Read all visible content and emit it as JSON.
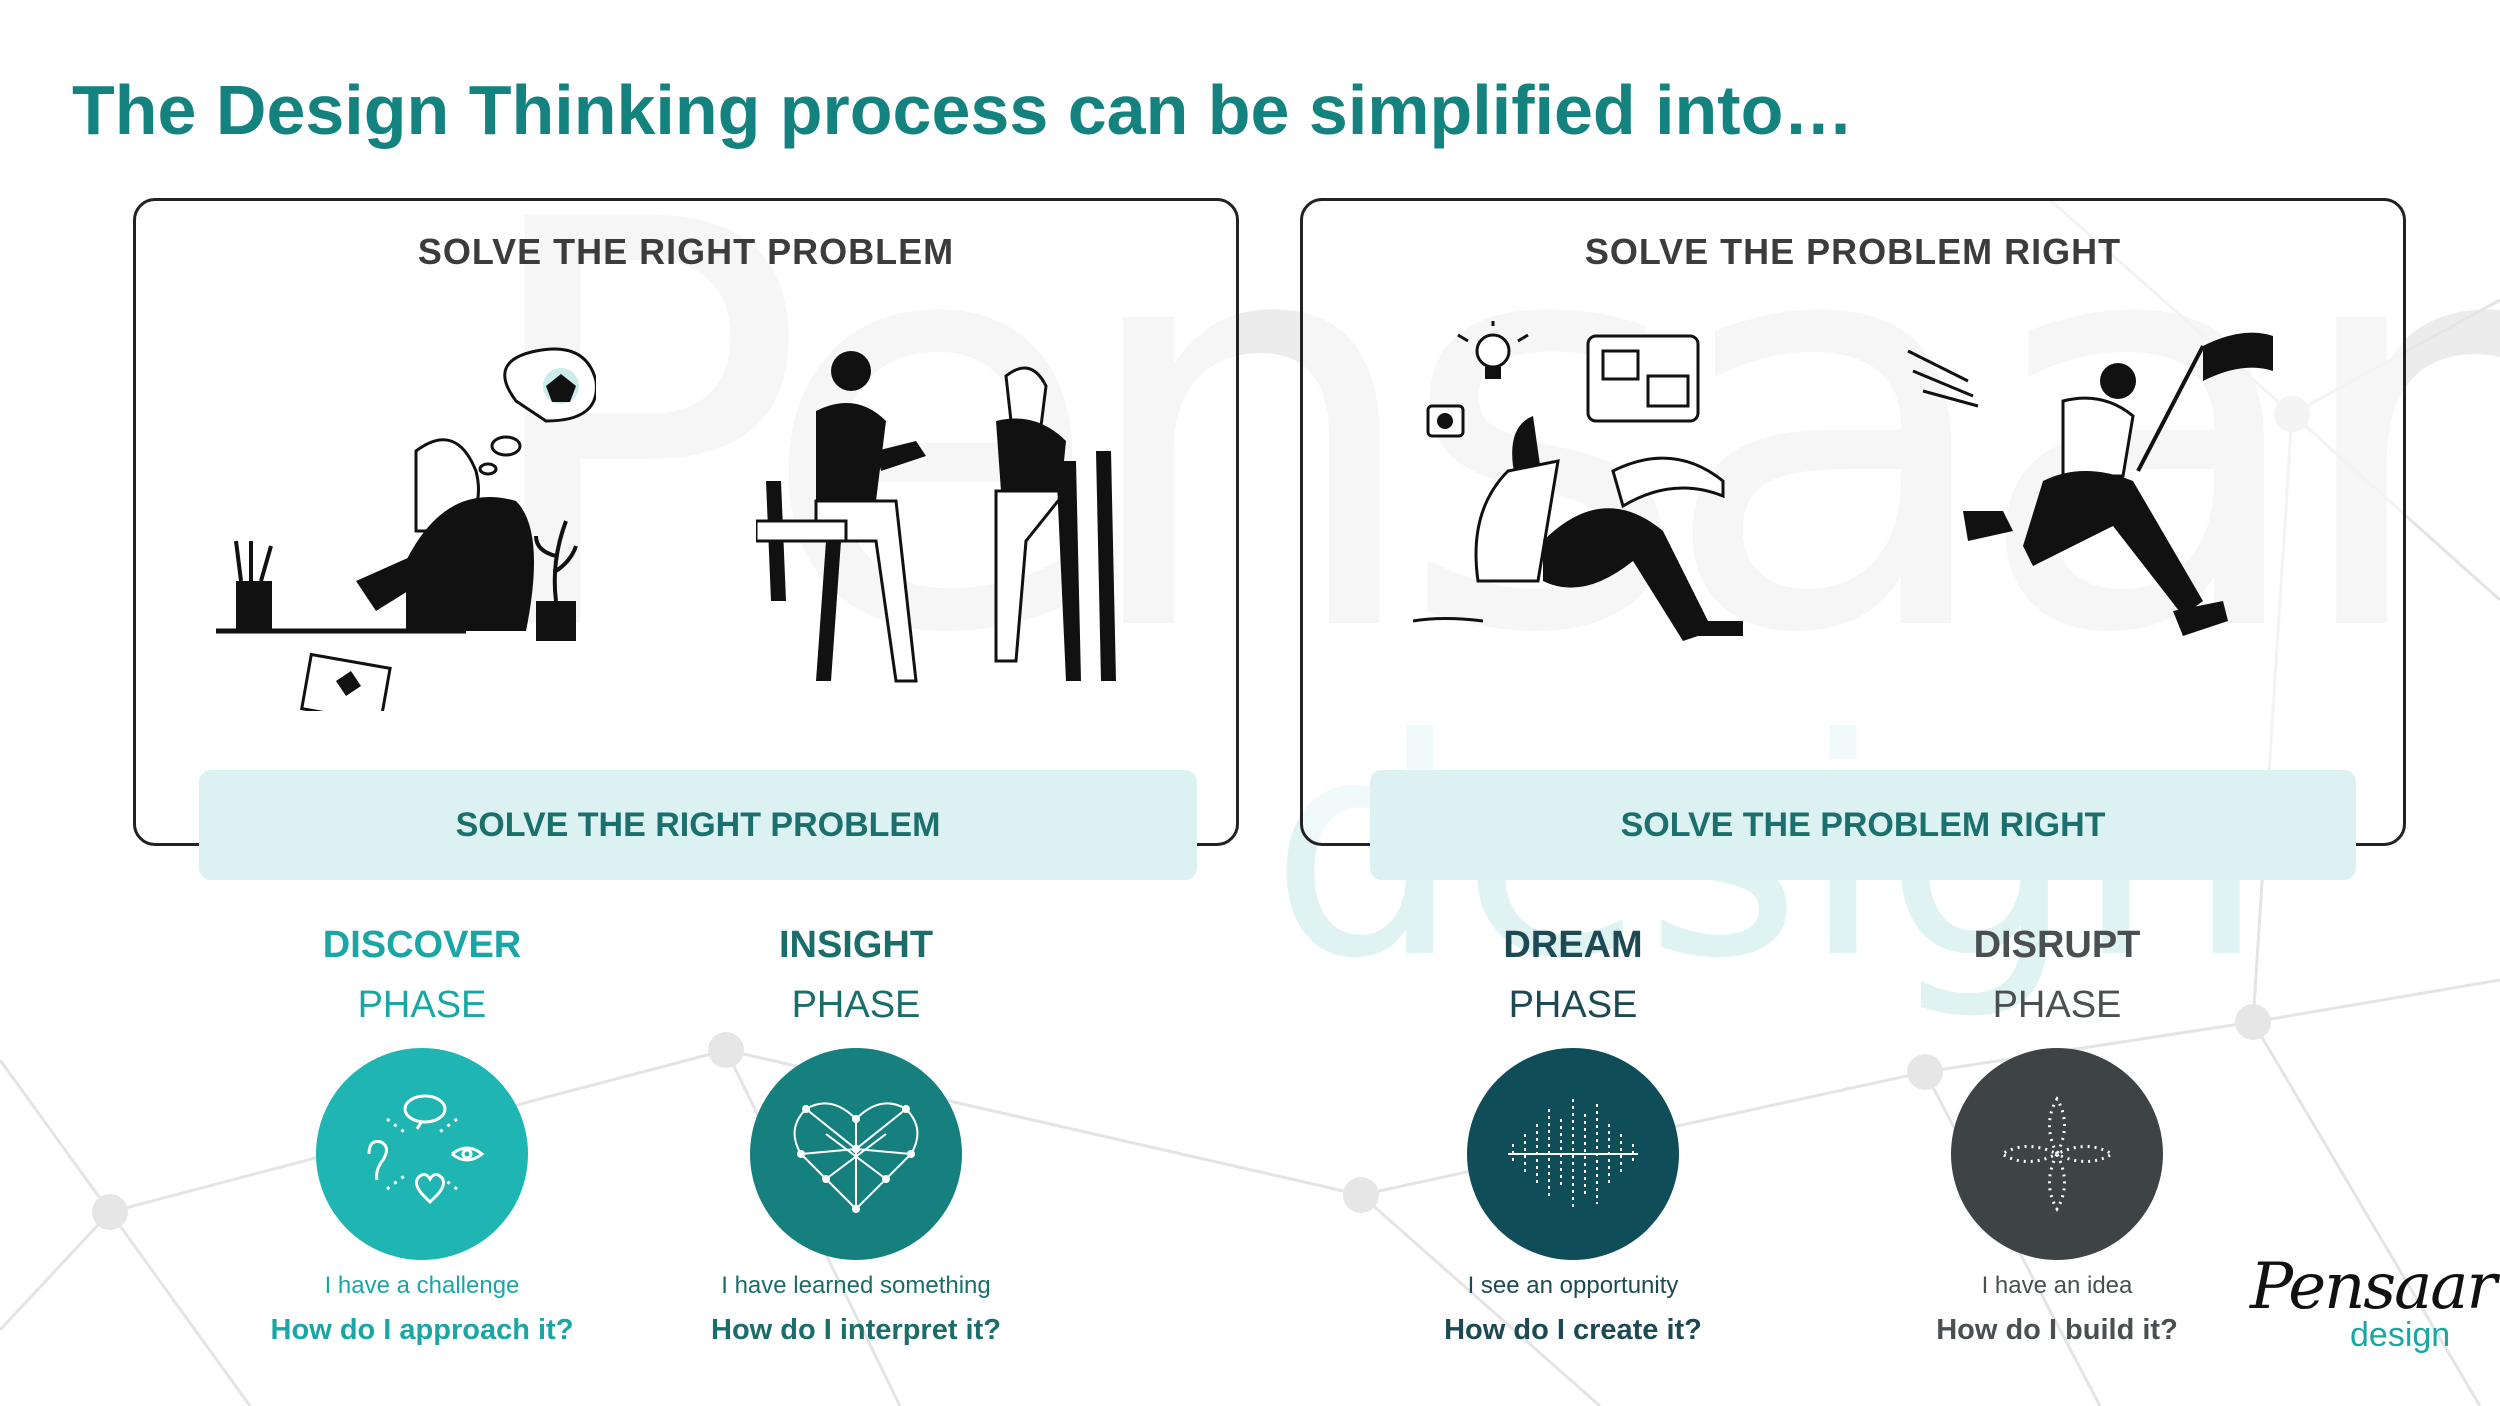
{
  "title": "The Design Thinking process can be simplified into…",
  "panels": [
    {
      "heading": "SOLVE THE RIGHT PROBLEM",
      "banner": "SOLVE THE RIGHT PROBLEM"
    },
    {
      "heading": "SOLVE THE PROBLEM RIGHT",
      "banner": "SOLVE THE PROBLEM RIGHT"
    }
  ],
  "phases": [
    {
      "name": "DISCOVER",
      "word": "PHASE",
      "desc": "I have a challenge",
      "question": "How do I approach it?",
      "color": "#1fb5b2",
      "text_color": "#1ba6a6",
      "icon": "senses-icon"
    },
    {
      "name": "INSIGHT",
      "word": "PHASE",
      "desc": "I have learned something",
      "question": "How do I interpret it?",
      "color": "#16807e",
      "text_color": "#1a6d6a",
      "icon": "network-heart-icon"
    },
    {
      "name": "DREAM",
      "word": "PHASE",
      "desc": "I see an opportunity",
      "question": "How do I create it?",
      "color": "#0f4e58",
      "text_color": "#1d4a52",
      "icon": "wave-icon"
    },
    {
      "name": "DISRUPT",
      "word": "PHASE",
      "desc": "I have an idea",
      "question": "How do I build it?",
      "color": "#3e4446",
      "text_color": "#4a5052",
      "icon": "knot-icon"
    }
  ],
  "watermark": {
    "main": "Pensaar",
    "sub": "design"
  },
  "logo": {
    "main": "Pensaar",
    "sub": "design"
  }
}
